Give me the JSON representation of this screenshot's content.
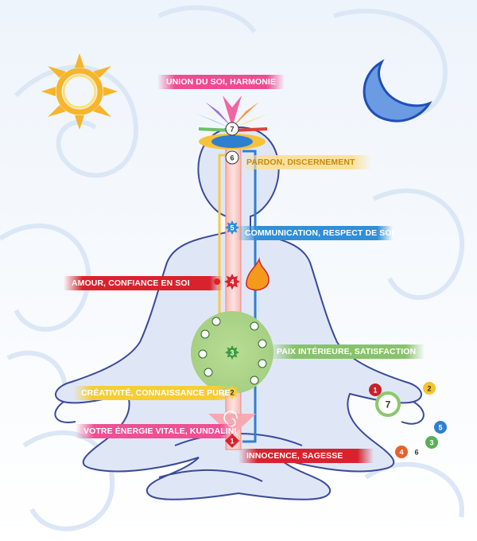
{
  "labels": {
    "top": "UNION DU SOI, HARMONIE",
    "chakra6": "PARDON, DISCERNEMENT",
    "chakra5": "COMMUNICATION, RESPECT DE SOI",
    "chakra4": "AMOUR, CONFIANCE EN SOI",
    "chakra3": "PAIX INTÉRIEURE, SATISFACTION",
    "chakra2": "CRÉATIVITÉ, CONNAISSANCE PURE",
    "kundalini": "VOTRE ÉNERGIE VITALE, KUNDALINI",
    "chakra1": "INNOCENCE, SAGESSE"
  },
  "chakras": [
    {
      "num": "7",
      "color": "#ffffff"
    },
    {
      "num": "6",
      "color": "#ffffff"
    },
    {
      "num": "5",
      "color": "#2f8fd9"
    },
    {
      "num": "4",
      "color": "#d8222d"
    },
    {
      "num": "3",
      "color": "#3e9a3e"
    },
    {
      "num": "2",
      "color": "#f7cd36"
    },
    {
      "num": "1",
      "color": "#d8222d"
    }
  ],
  "hand_chakras": [
    {
      "num": "1",
      "color": "#c8202a"
    },
    {
      "num": "2",
      "color": "#f5c428"
    },
    {
      "num": "7",
      "color": "#ffffff"
    },
    {
      "num": "5",
      "color": "#2f7fd0"
    },
    {
      "num": "3",
      "color": "#5aae58"
    },
    {
      "num": "6",
      "color": "#ffffff"
    },
    {
      "num": "4",
      "color": "#e5622f"
    }
  ],
  "icons": [
    "sun-icon",
    "moon-icon",
    "lotus-icon",
    "flame-icon",
    "spiral-icon"
  ],
  "colors": {
    "body_fill": "#dfe7f7",
    "body_outline": "#3a4a9a",
    "left_channel": "#f7c948",
    "right_channel": "#2f7fd0",
    "central_channel": "#f6a8a8"
  }
}
